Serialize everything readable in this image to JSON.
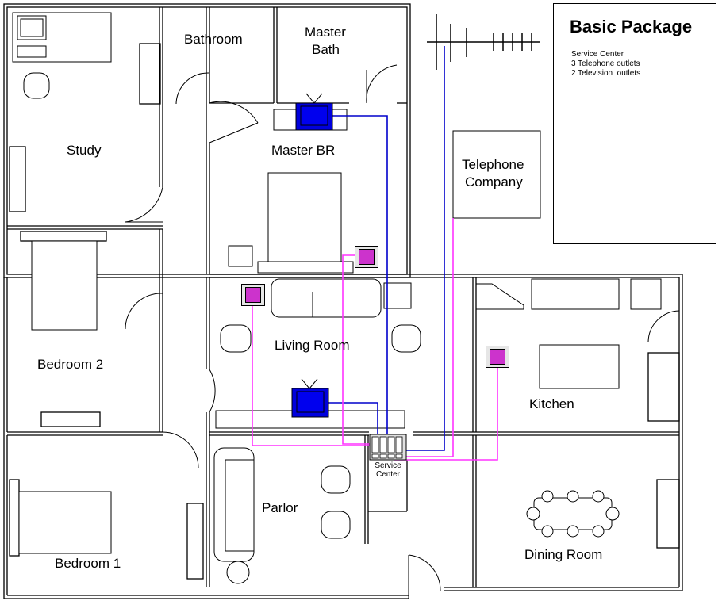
{
  "legend": {
    "title": "Basic Package",
    "items": [
      "Service Center",
      "3 Telephone outlets",
      "2 Television  outlets"
    ]
  },
  "rooms": {
    "study": "Study",
    "bathroom": "Bathroom",
    "master_bath_line1": "Master",
    "master_bath_line2": "Bath",
    "master_br": "Master BR",
    "bedroom2": "Bedroom 2",
    "living_room": "Living Room",
    "kitchen": "Kitchen",
    "parlor": "Parlor",
    "bedroom1": "Bedroom 1",
    "dining_room": "Dining Room"
  },
  "telephone_company": {
    "line1": "Telephone",
    "line2": "Company"
  },
  "service_center": {
    "line1": "Service",
    "line2": "Center"
  },
  "colors": {
    "tv_cable": "#0000cc",
    "phone_line": "#ff33ff",
    "tv_fill": "#0000dd",
    "phone_fill": "#cc33cc",
    "wall": "#000000"
  }
}
